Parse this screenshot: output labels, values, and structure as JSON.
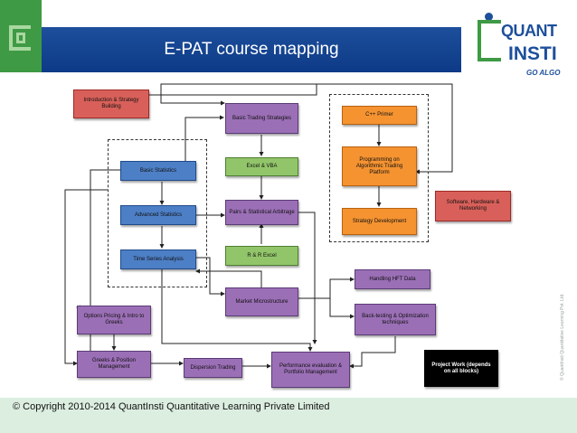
{
  "header": {
    "title": "E-PAT course mapping"
  },
  "logo": {
    "line1": "QUANT",
    "line2": "INSTI",
    "tagline": "GO ALGO"
  },
  "side_note": "© QuantInsti Quantitative Learning Pvt. Ltd.",
  "footer": {
    "copyright": "© Copyright 2010-2014 QuantInsti Quantitative Learning Private  Limited"
  },
  "diagram": {
    "intro": "Introduction & Strategy Building",
    "basic_trading": "Basic Trading Strategies",
    "excel_vba": "Excel & VBA",
    "pairs": "Pairs & Statistical Arbitrage",
    "r_excel": "R & R Excel",
    "market_micro": "Market Microstructure",
    "basic_stats": "Basic Statistics",
    "adv_stats": "Advanced Statistics",
    "time_series": "Time Series Analysis",
    "cpp": "C++ Primer",
    "prog_algo": "Programming on Algorithmic Trading Platform",
    "strategy_dev": "Strategy Development",
    "software": "Software, Hardware & Networking",
    "hft": "Handling HFT Data",
    "backtest": "Back-testing & Optimization techniques",
    "options": "Options Pricing & Intro to Greeks",
    "greeks": "Greeks & Position Management",
    "dispersion": "Dispersion Trading",
    "performance": "Performance evaluation & Portfolio Management",
    "project": "Project Work (depends on all blocks)"
  },
  "colors": {
    "banner": "#0d3a86",
    "brand_green": "#3e9a44",
    "red": "#d9605a",
    "purple": "#9b6fb6",
    "green": "#92c56a",
    "blue": "#4d7fc6",
    "orange": "#f59331",
    "black": "#000000"
  }
}
